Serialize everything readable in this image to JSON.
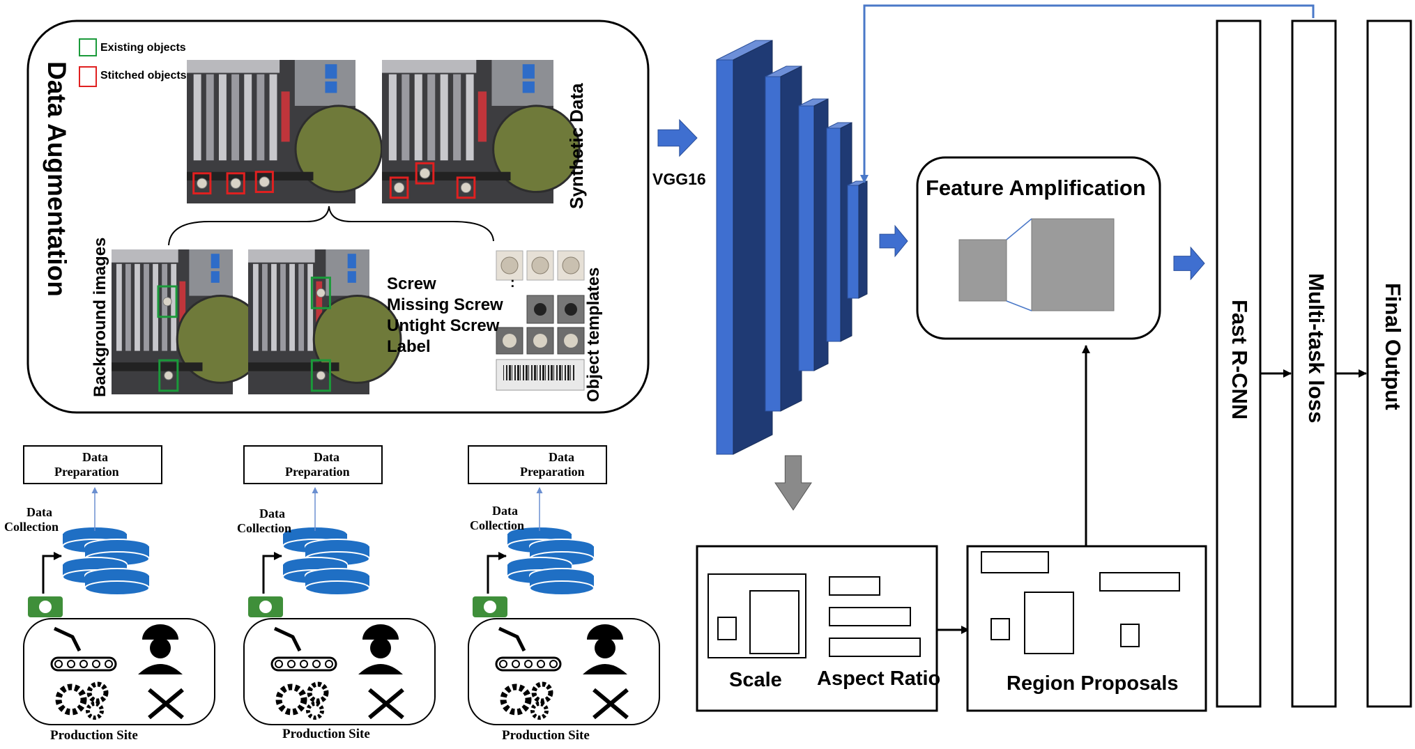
{
  "augmentation": {
    "title": "Data Augmentation",
    "legend_existing": "Existing objects",
    "legend_stitched": "Stitched objects",
    "synthetic_label": "Synthetic Data",
    "background_label": "Background images",
    "templates_label": "Object  templates",
    "classes": [
      "Screw",
      "Missing Screw",
      "Untight Screw",
      "Label"
    ],
    "colors": {
      "existing": "#1a9a3a",
      "stitched": "#e02020"
    }
  },
  "backbone": {
    "label": "VGG16",
    "color_front": "#3f6fd0",
    "color_side": "#1f3a74"
  },
  "feature_amplification": {
    "title": "Feature Amplification"
  },
  "anchors": {
    "scale": "Scale",
    "aspect": "Aspect Ratio"
  },
  "proposals": {
    "title": "Region Proposals"
  },
  "heads": {
    "fast_rcnn": "Fast R-CNN",
    "multitask": "Multi-task loss",
    "final": "Final Output"
  },
  "sites": [
    {
      "prep": [
        "Data",
        "Preparation"
      ],
      "collect": [
        "Data",
        "Collection"
      ],
      "site": "Production Site"
    },
    {
      "prep": [
        "Data",
        "Preparation"
      ],
      "collect": [
        "Data",
        "Collection"
      ],
      "site": "Production Site"
    },
    {
      "prep": [
        "Data",
        "Preparation"
      ],
      "collect": [
        "Data",
        "Collection"
      ],
      "site": "Production Site"
    }
  ],
  "arrow_color": "#3f6fd0",
  "db_color": "#1f6fc4",
  "camera_color": "#3f8f3a"
}
